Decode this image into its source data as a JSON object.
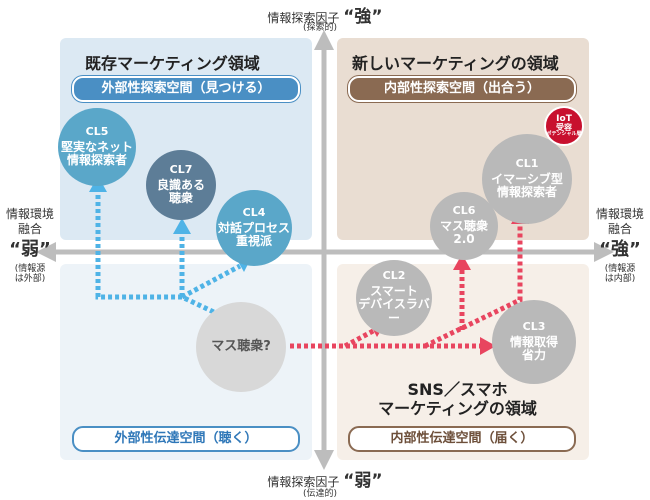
{
  "axes": {
    "top": {
      "label": "情報探索因子",
      "strength": "“強”",
      "sub": "(探索的)"
    },
    "bottom": {
      "label": "情報探索因子",
      "strength": "“弱”",
      "sub": "(伝達的)"
    },
    "left": {
      "line1": "情報環境",
      "line2": "融合",
      "strength": "“弱”",
      "sub1": "(情報源",
      "sub2": "は外部)"
    },
    "right": {
      "line1": "情報環境",
      "line2": "融合",
      "strength": "“強”",
      "sub1": "(情報源",
      "sub2": "は内部)"
    }
  },
  "quadrants": {
    "top_left": {
      "title": "既存マーケティング領域",
      "space": "外部性探索空間（見つける）"
    },
    "top_right": {
      "title": "新しいマーケティングの領域",
      "space": "内部性探索空間（出合う）"
    },
    "bottom_left": {
      "space": "外部性伝達空間（聴く）"
    },
    "bottom_right": {
      "title_line1": "SNS／スマホ",
      "title_line2": "マーケティングの領域",
      "space": "内部性伝達空間（届く）"
    }
  },
  "clusters": {
    "cl1": {
      "id": "CL1",
      "name": "イマーシブ型\n情報探索者"
    },
    "cl2": {
      "id": "CL2",
      "name": "スマート\nデバイスラバー"
    },
    "cl3": {
      "id": "CL3",
      "name": "情報取得\n省力"
    },
    "cl4": {
      "id": "CL4",
      "name": "対話プロセス\n重視派"
    },
    "cl5": {
      "id": "CL5",
      "name": "堅実なネット\n情報探索者"
    },
    "cl6": {
      "id": "CL6",
      "name": "マス聴衆\n2.0"
    },
    "cl7": {
      "id": "CL7",
      "name": "良識ある\n聴衆"
    }
  },
  "center": {
    "label": "マス聴衆?"
  },
  "iot_badge": {
    "line1": "IoT",
    "line2": "受容",
    "line3": "ポテンシャル層"
  },
  "colors": {
    "blue_arrow": "#4fb3e6",
    "red_arrow": "#e8455f",
    "teal_circle": "#5aa7c9",
    "steel_circle": "#5d7d97",
    "gray_circle": "#b9b9b9",
    "iot_red": "#c8102e"
  }
}
